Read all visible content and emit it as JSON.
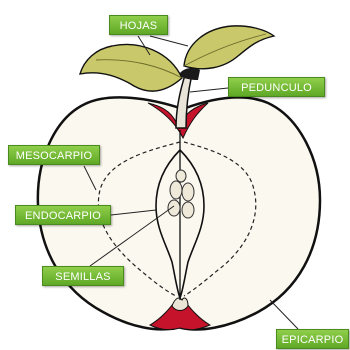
{
  "labels": {
    "hojas": "HOJAS",
    "pedunculo": "PEDUNCULO",
    "mesocarpio": "MESOCARPIO",
    "endocarpio": "ENDOCARPIO",
    "semillas": "SEMILLAS",
    "epicarpio": "EPICARPIO"
  },
  "colors": {
    "label_fill": "#6fb531",
    "leaf": "#c9c86a",
    "flesh": "#fbf8ef",
    "skin_red": "#c4132b",
    "outline": "#111111"
  }
}
